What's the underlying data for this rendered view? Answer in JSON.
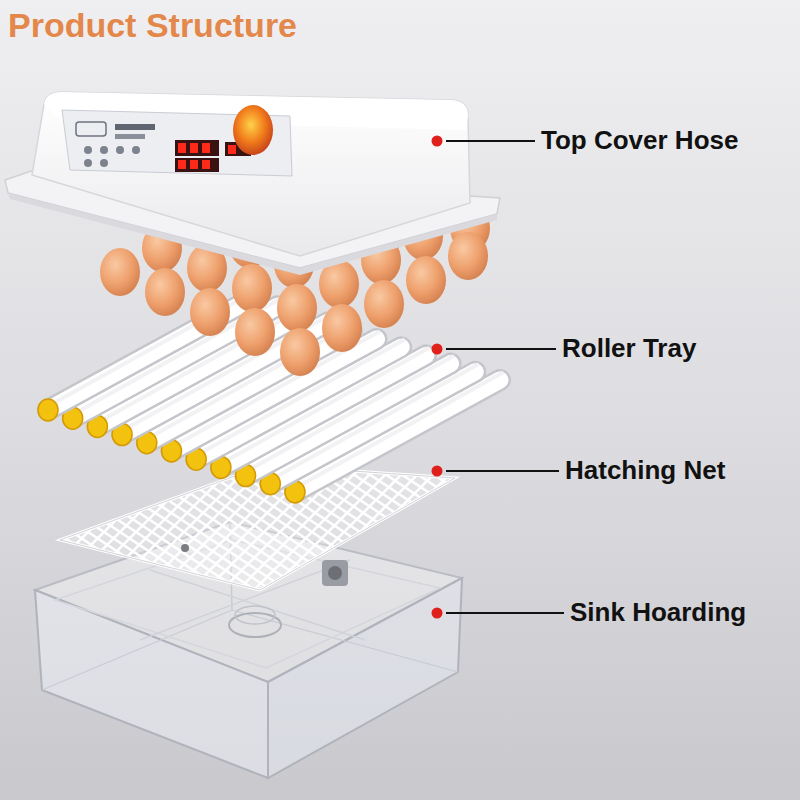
{
  "diagram": {
    "title": "Product Structure",
    "labels": [
      "Top Cover Hose",
      "Roller Tray",
      "Hatching Net",
      "Sink Hoarding"
    ]
  }
}
